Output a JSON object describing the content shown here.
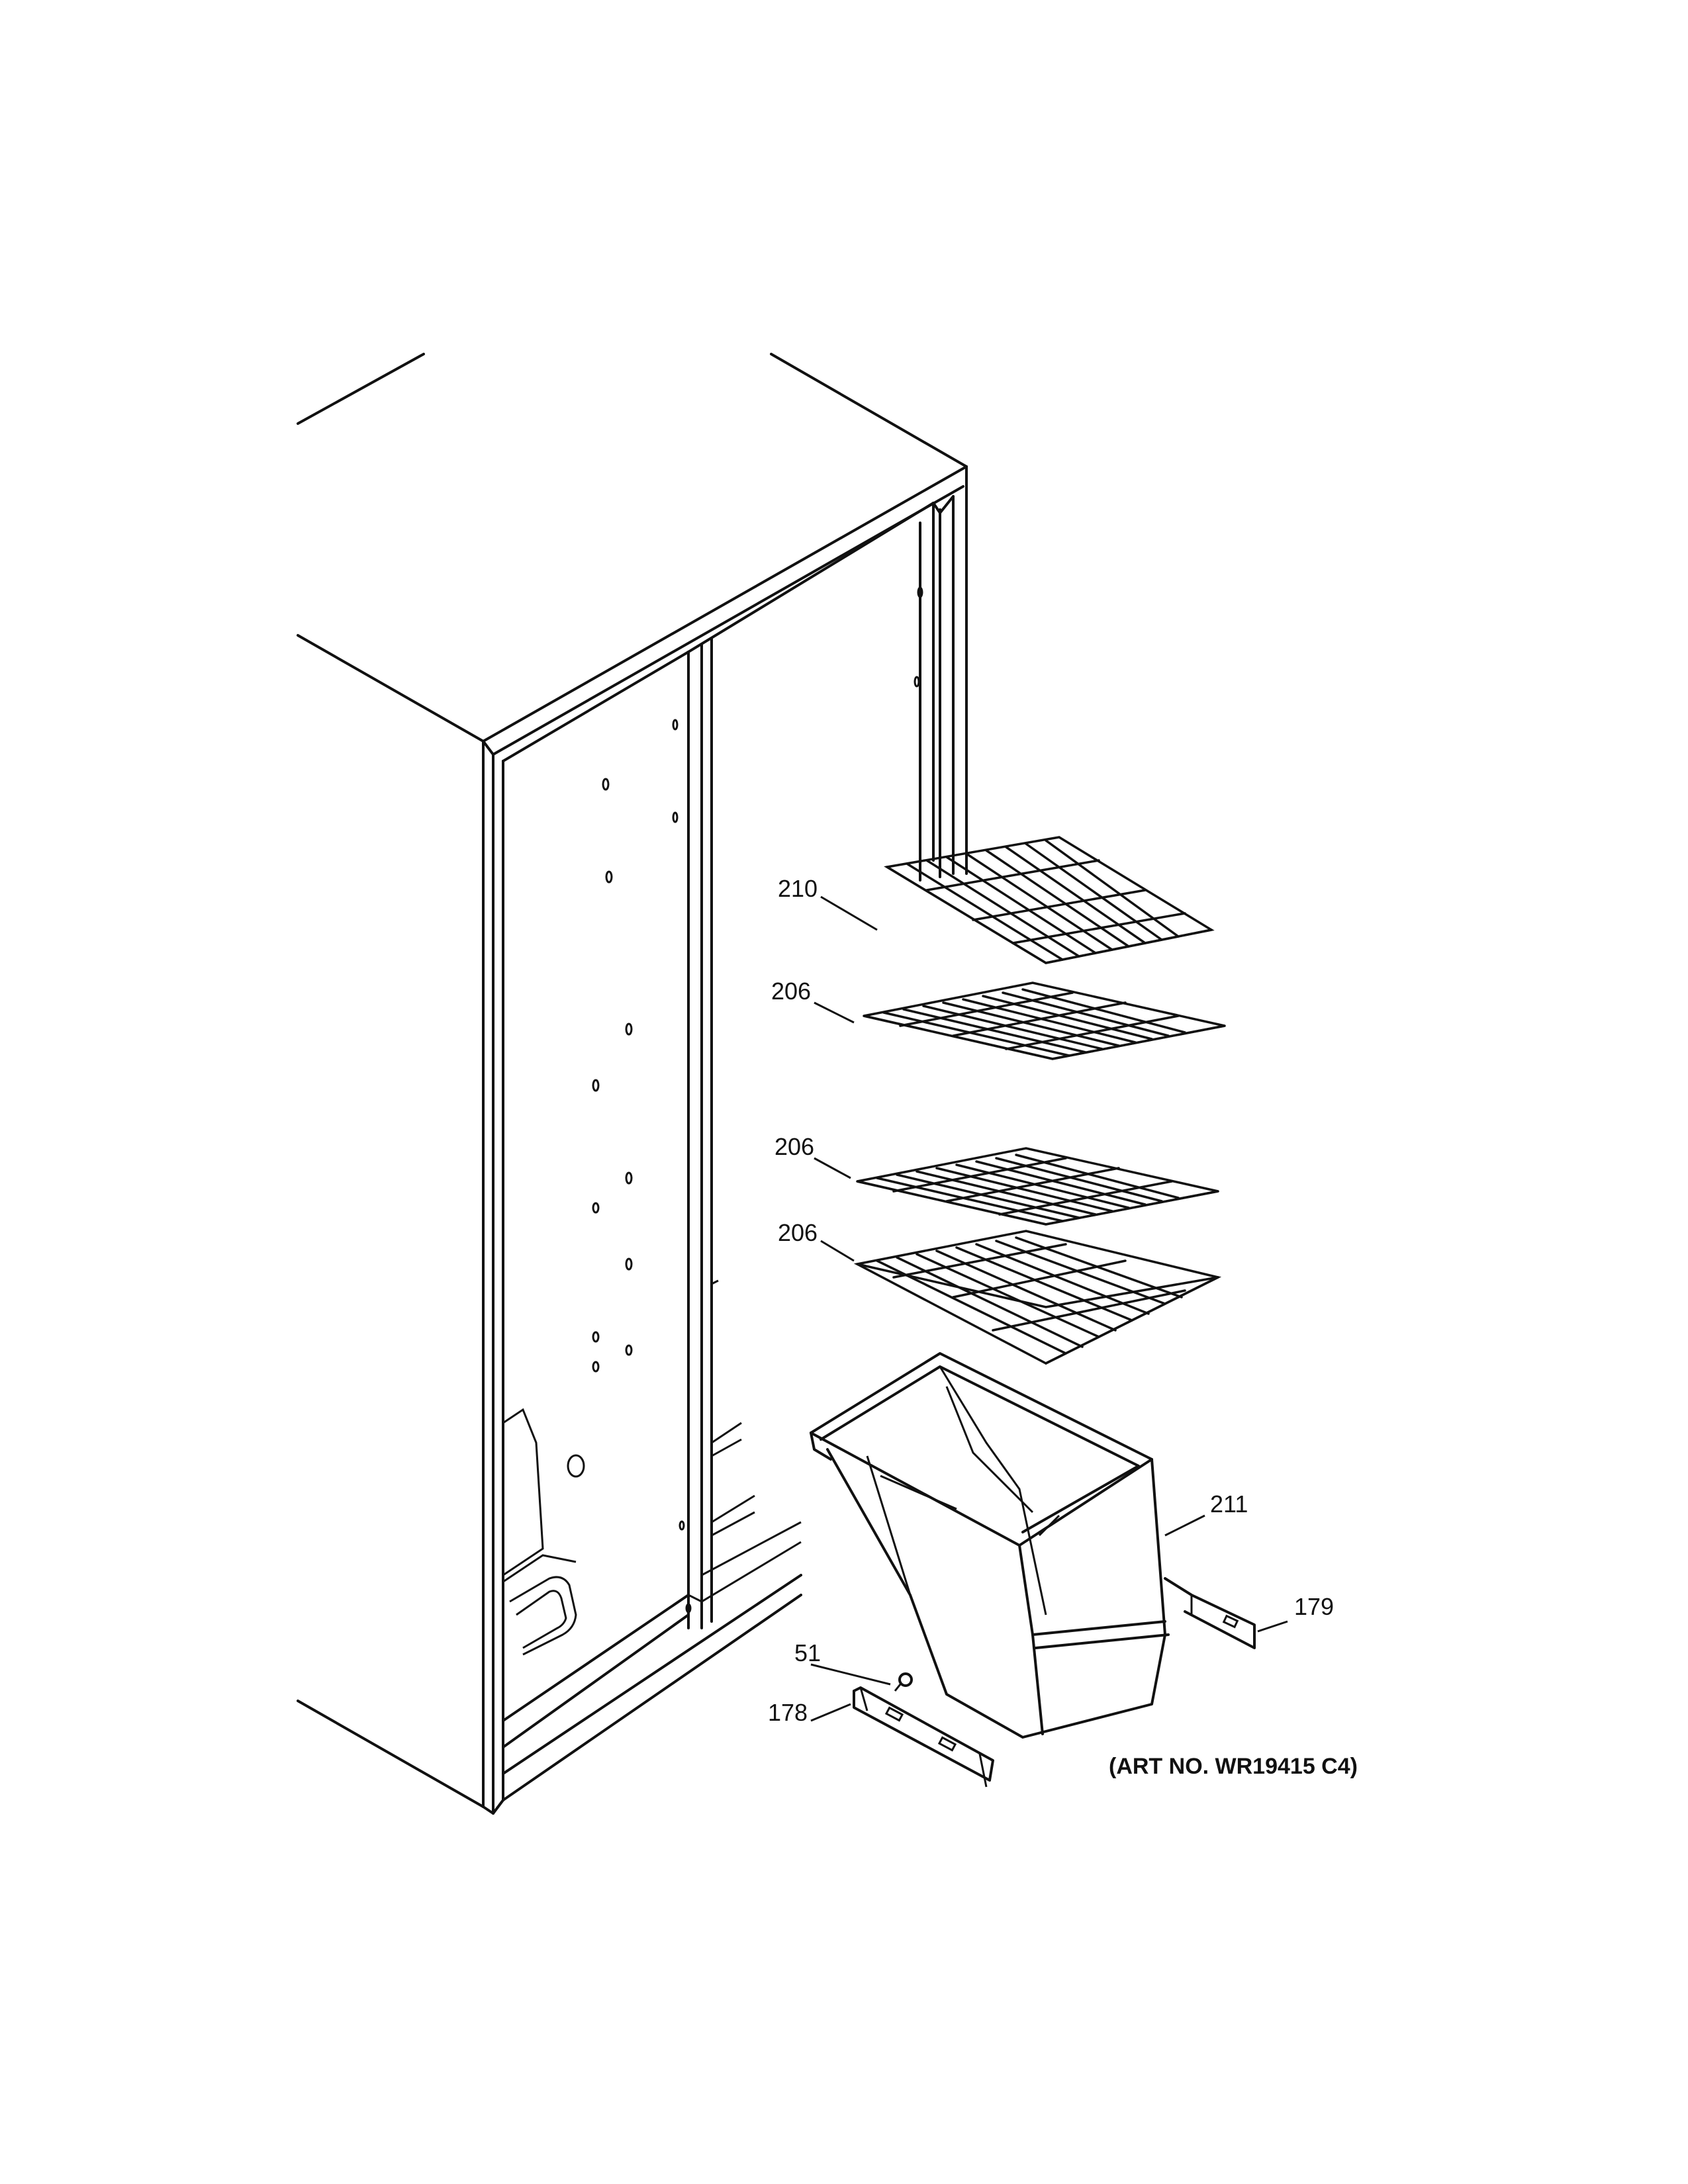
{
  "callouts": {
    "c210": "210",
    "c206a": "206",
    "c206b": "206",
    "c206c": "206",
    "c211": "211",
    "c179": "179",
    "c51": "51",
    "c178": "178"
  },
  "art_number": "(ART NO. WR19415 C4)"
}
